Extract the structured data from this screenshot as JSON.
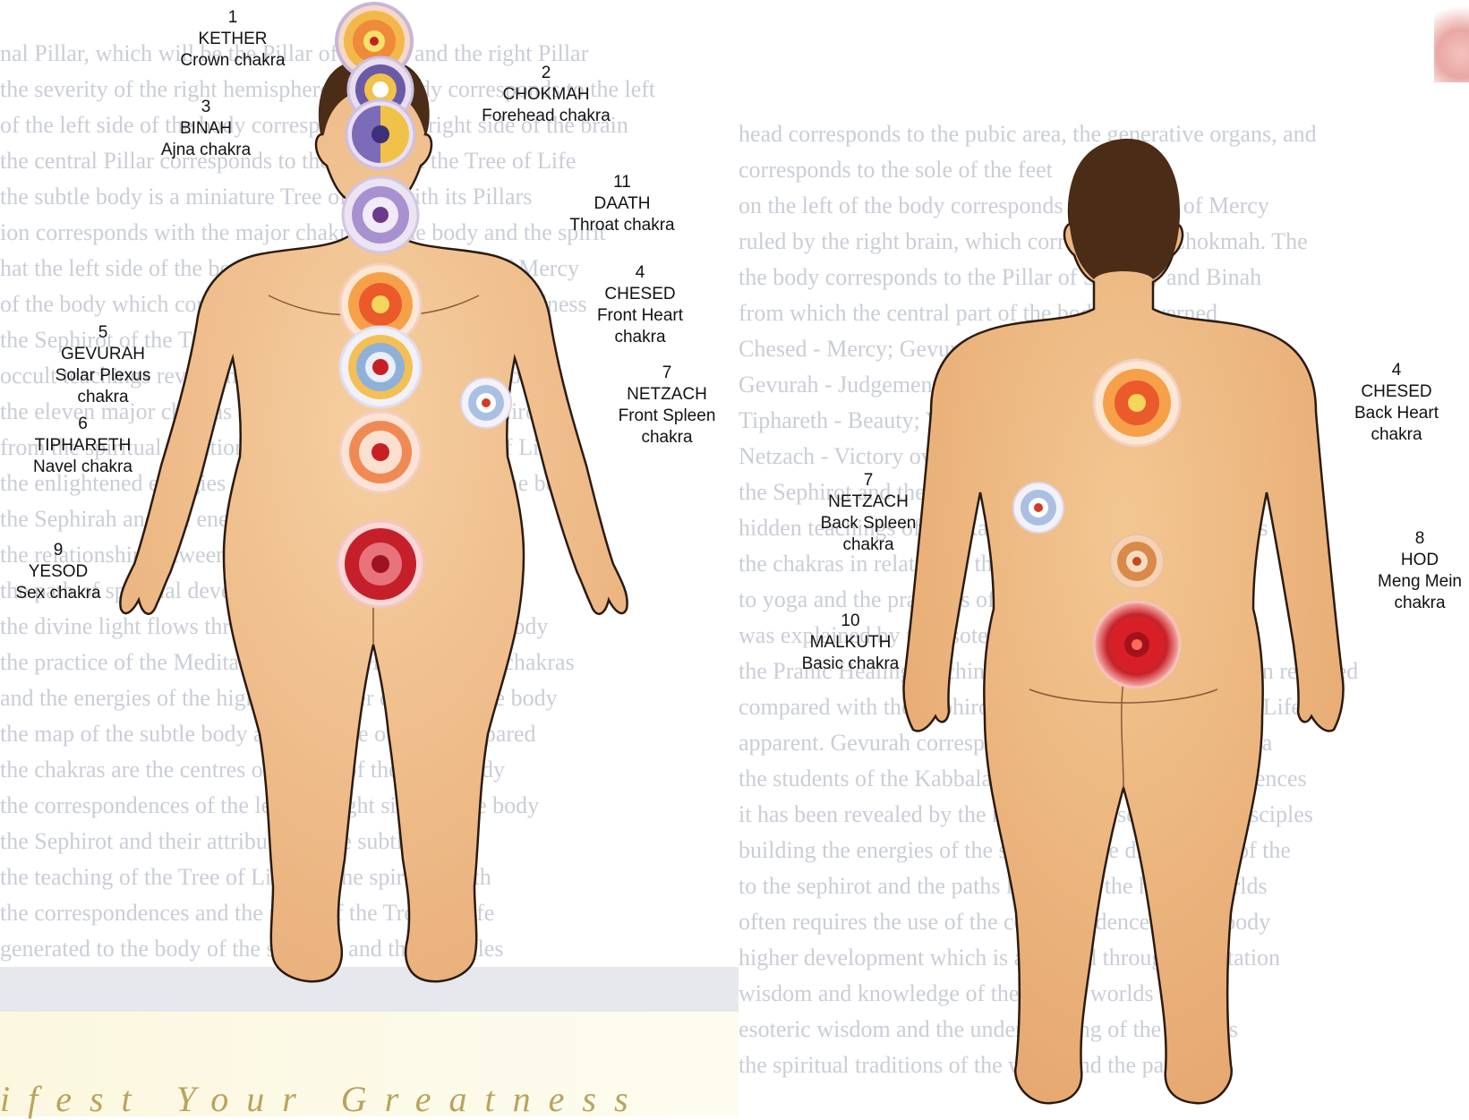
{
  "footer": {
    "text": "ifest Your Greatness"
  },
  "front_labels": [
    {
      "num": "1",
      "name": "KETHER",
      "desc": "Crown chakra"
    },
    {
      "num": "2",
      "name": "CHOKMAH",
      "desc": "Forehead chakra"
    },
    {
      "num": "3",
      "name": "BINAH",
      "desc": "Ajna chakra"
    },
    {
      "num": "11",
      "name": "DAATH",
      "desc": "Throat chakra"
    },
    {
      "num": "4",
      "name": "CHESED",
      "desc": "Front Heart chakra"
    },
    {
      "num": "5",
      "name": "GEVURAH",
      "desc": "Solar Plexus chakra"
    },
    {
      "num": "7",
      "name": "NETZACH",
      "desc": "Front Spleen chakra"
    },
    {
      "num": "6",
      "name": "TIPHARETH",
      "desc": "Navel chakra"
    },
    {
      "num": "9",
      "name": "YESOD",
      "desc": "Sex chakra"
    }
  ],
  "back_labels": [
    {
      "num": "4",
      "name": "CHESED",
      "desc": "Back Heart chakra"
    },
    {
      "num": "7",
      "name": "NETZACH",
      "desc": "Back Spleen chakra"
    },
    {
      "num": "8",
      "name": "HOD",
      "desc": "Meng Mein chakra"
    },
    {
      "num": "10",
      "name": "MALKUTH",
      "desc": "Basic chakra"
    }
  ],
  "colors": {
    "skin": "#f2c493",
    "skin_shadow": "#e2a36e",
    "outline": "#2b1a10",
    "hair": "#4a2c17",
    "footer": "#b9a35d"
  }
}
